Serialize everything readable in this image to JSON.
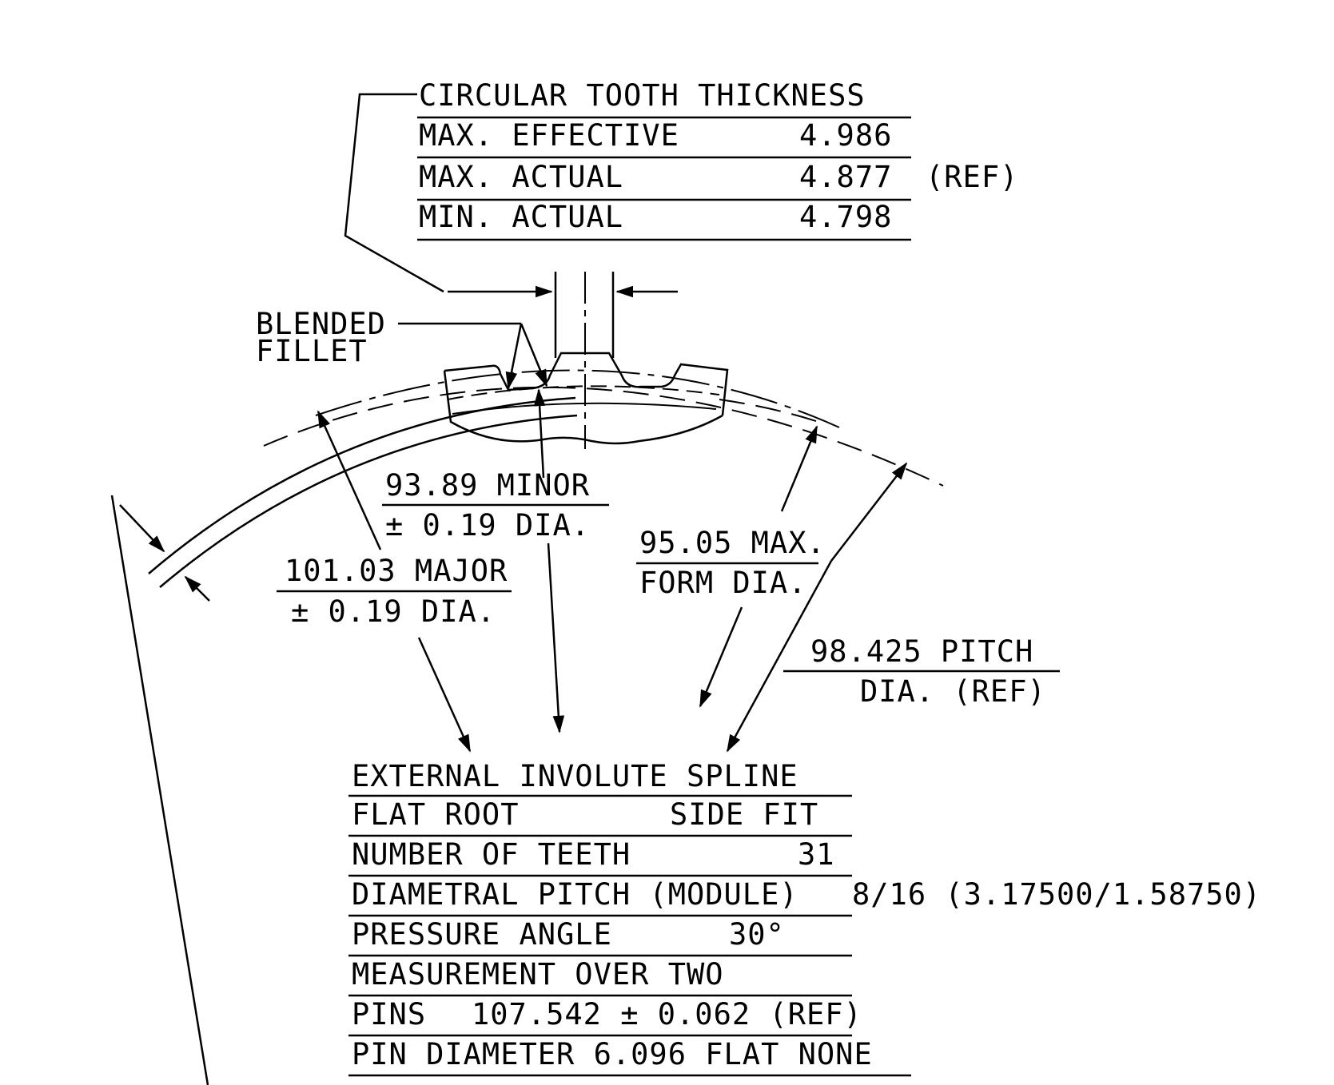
{
  "tooth_thickness": {
    "title": "CIRCULAR TOOTH THICKNESS",
    "rows": [
      {
        "label": "MAX. EFFECTIVE",
        "value": "4.986",
        "note": ""
      },
      {
        "label": "MAX. ACTUAL",
        "value": "4.877",
        "note": "(REF)"
      },
      {
        "label": "MIN. ACTUAL",
        "value": "4.798",
        "note": ""
      }
    ]
  },
  "callouts": {
    "blended_fillet": [
      "BLENDED",
      "FILLET"
    ],
    "minor": [
      "93.89 MINOR",
      "± 0.19 DIA."
    ],
    "major": [
      "101.03 MAJOR",
      "± 0.19 DIA."
    ],
    "form": [
      "95.05 MAX.",
      "FORM DIA."
    ],
    "pitch": [
      "98.425 PITCH",
      "DIA. (REF)"
    ]
  },
  "spline_spec": {
    "rows": [
      [
        "EXTERNAL INVOLUTE SPLINE"
      ],
      [
        "FLAT ROOT",
        "SIDE FIT"
      ],
      [
        "NUMBER OF TEETH",
        "31"
      ],
      [
        "DIAMETRAL PITCH (MODULE)",
        "8/16 (3.17500/1.58750)"
      ],
      [
        "PRESSURE ANGLE",
        "30°"
      ],
      [
        "MEASUREMENT OVER TWO"
      ],
      [
        "PINS",
        "107.542 ± 0.062 (REF)"
      ],
      [
        "PIN DIAMETER 6.096 FLAT NONE"
      ]
    ]
  }
}
